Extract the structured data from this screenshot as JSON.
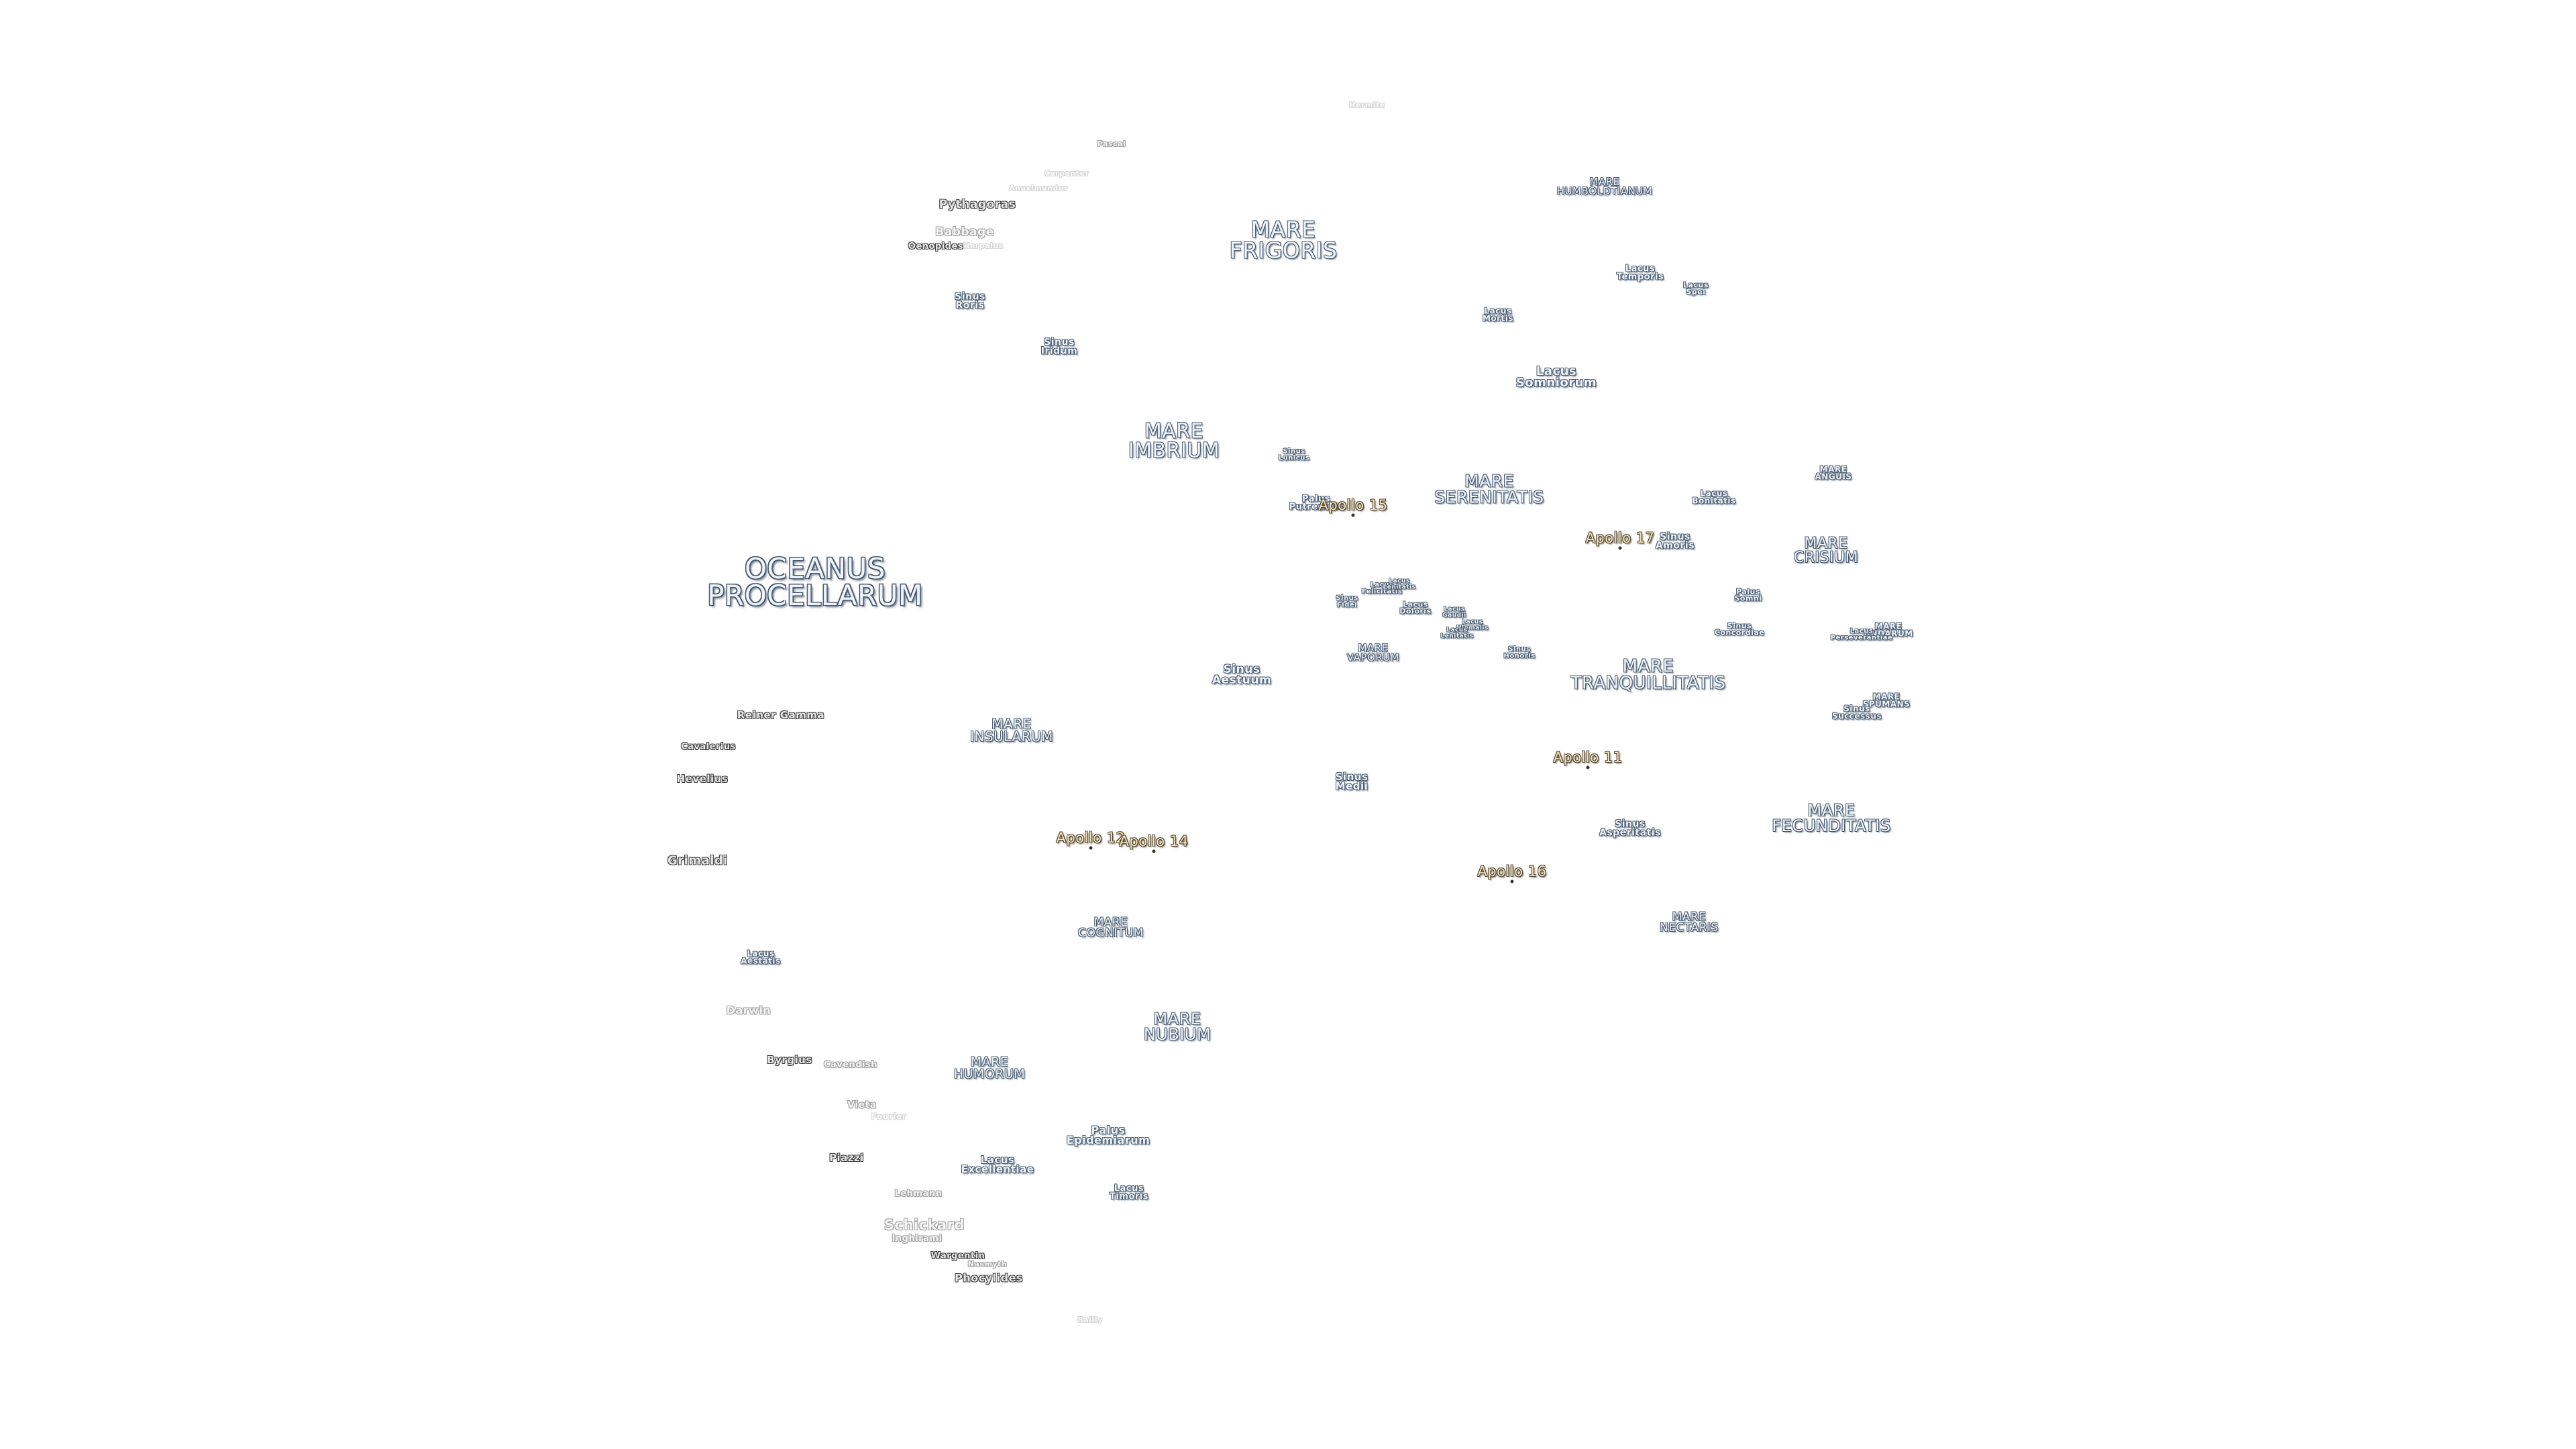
{
  "map": {
    "labels": [
      {
        "text": "OCEANUS\nPROCELLARUM",
        "kind": "ocean"
      },
      {
        "text": "MARE\nFRIGORIS",
        "kind": "mare"
      },
      {
        "text": "MARE\nIMBRIUM",
        "kind": "mare"
      },
      {
        "text": "MARE\nSERENITATIS",
        "kind": "mare"
      },
      {
        "text": "MARE\nTRANQUILLITATIS",
        "kind": "mare"
      },
      {
        "text": "MARE\nCRISIUM",
        "kind": "mare"
      },
      {
        "text": "MARE\nFECUNDITATIS",
        "kind": "mare"
      },
      {
        "text": "MARE\nNECTARIS",
        "kind": "mare"
      },
      {
        "text": "MARE\nNUBIUM",
        "kind": "mare"
      },
      {
        "text": "MARE\nHUMORUM",
        "kind": "mare"
      },
      {
        "text": "MARE\nCOGNITUM",
        "kind": "mare"
      },
      {
        "text": "MARE\nINSULARUM",
        "kind": "mare"
      },
      {
        "text": "MARE\nVAPORUM",
        "kind": "mare"
      },
      {
        "text": "MARE\nHUMBOLDTIANUM",
        "kind": "mare"
      },
      {
        "text": "MARE\nANGUIS",
        "kind": "small"
      },
      {
        "text": "MARE\nUNDARUM",
        "kind": "small"
      },
      {
        "text": "MARE\nSPUMANS",
        "kind": "small"
      },
      {
        "text": "Sinus\nRoris",
        "kind": "small"
      },
      {
        "text": "Sinus\nIridum",
        "kind": "small"
      },
      {
        "text": "Lacus\nSomniorum",
        "kind": "small"
      },
      {
        "text": "Lacus\nMortis",
        "kind": "small"
      },
      {
        "text": "Lacus\nTemporis",
        "kind": "small"
      },
      {
        "text": "Lacus\nSpei",
        "kind": "small"
      },
      {
        "text": "Sinus\nLunicus",
        "kind": "small"
      },
      {
        "text": "Palus\nPutredinis",
        "kind": "small"
      },
      {
        "text": "Lacus\nBonitatis",
        "kind": "small"
      },
      {
        "text": "Sinus\nAmoris",
        "kind": "small"
      },
      {
        "text": "Palus\nSomni",
        "kind": "small"
      },
      {
        "text": "Sinus\nConcordiae",
        "kind": "small"
      },
      {
        "text": "Lacus\nPerseverantiae",
        "kind": "small"
      },
      {
        "text": "Sinus\nSuccessus",
        "kind": "small"
      },
      {
        "text": "Lacus\nFelicitatis",
        "kind": "small"
      },
      {
        "text": "Lacus\nLenitatis",
        "kind": "small"
      },
      {
        "text": "Sinus\nFidei",
        "kind": "small"
      },
      {
        "text": "Lacus\nDoloris",
        "kind": "small"
      },
      {
        "text": "Lacus\nGaudii",
        "kind": "small"
      },
      {
        "text": "Lacus\nHiemalis",
        "kind": "small"
      },
      {
        "text": "Lacus\nLenitatis",
        "kind": "small"
      },
      {
        "text": "Sinus\nHonoris",
        "kind": "small"
      },
      {
        "text": "Sinus\nAestuum",
        "kind": "small"
      },
      {
        "text": "Sinus\nMedii",
        "kind": "small"
      },
      {
        "text": "Sinus\nAsperitatis",
        "kind": "small"
      },
      {
        "text": "Palus\nEpidemiarum",
        "kind": "small"
      },
      {
        "text": "Lacus\nExcellentiae",
        "kind": "small"
      },
      {
        "text": "Lacus\nTimoris",
        "kind": "small"
      },
      {
        "text": "Lacus\nAestatis",
        "kind": "small"
      },
      {
        "text": "Apollo 15",
        "kind": "apollo"
      },
      {
        "text": "Apollo 17",
        "kind": "apollo"
      },
      {
        "text": "Apollo 11",
        "kind": "apollo"
      },
      {
        "text": "Apollo 16",
        "kind": "apollo"
      },
      {
        "text": "Apollo 12",
        "kind": "apollo"
      },
      {
        "text": "Apollo 14",
        "kind": "apollo"
      },
      {
        "text": "Pythagoras",
        "kind": "crater"
      },
      {
        "text": "Babbage",
        "kind": "crater-faint"
      },
      {
        "text": "Oenopides",
        "kind": "crater"
      },
      {
        "text": "Reiner Gamma",
        "kind": "crater"
      },
      {
        "text": "Cavalerius",
        "kind": "crater"
      },
      {
        "text": "Hevelius",
        "kind": "crater"
      },
      {
        "text": "Grimaldi",
        "kind": "crater"
      },
      {
        "text": "Darwin",
        "kind": "crater-faint"
      },
      {
        "text": "Byrgius",
        "kind": "crater"
      },
      {
        "text": "Cavendish",
        "kind": "crater-faint"
      },
      {
        "text": "Vieta",
        "kind": "crater-faint"
      },
      {
        "text": "Fourier",
        "kind": "crater-ghost"
      },
      {
        "text": "Piazzi",
        "kind": "crater"
      },
      {
        "text": "Lehmann",
        "kind": "crater-faint"
      },
      {
        "text": "Schickard",
        "kind": "crater-faint"
      },
      {
        "text": "Inghirami",
        "kind": "crater-faint"
      },
      {
        "text": "Wargentin",
        "kind": "crater"
      },
      {
        "text": "Nasmyth",
        "kind": "crater-faint"
      },
      {
        "text": "Phocylides",
        "kind": "crater"
      },
      {
        "text": "Pascal",
        "kind": "crater-faint"
      },
      {
        "text": "Carpenter",
        "kind": "crater-ghost"
      },
      {
        "text": "Anaximander",
        "kind": "crater-ghost"
      },
      {
        "text": "Harpalus",
        "kind": "crater-ghost"
      },
      {
        "text": "Bailly",
        "kind": "crater-ghost"
      },
      {
        "text": "Hermite",
        "kind": "crater-ghost"
      }
    ]
  }
}
